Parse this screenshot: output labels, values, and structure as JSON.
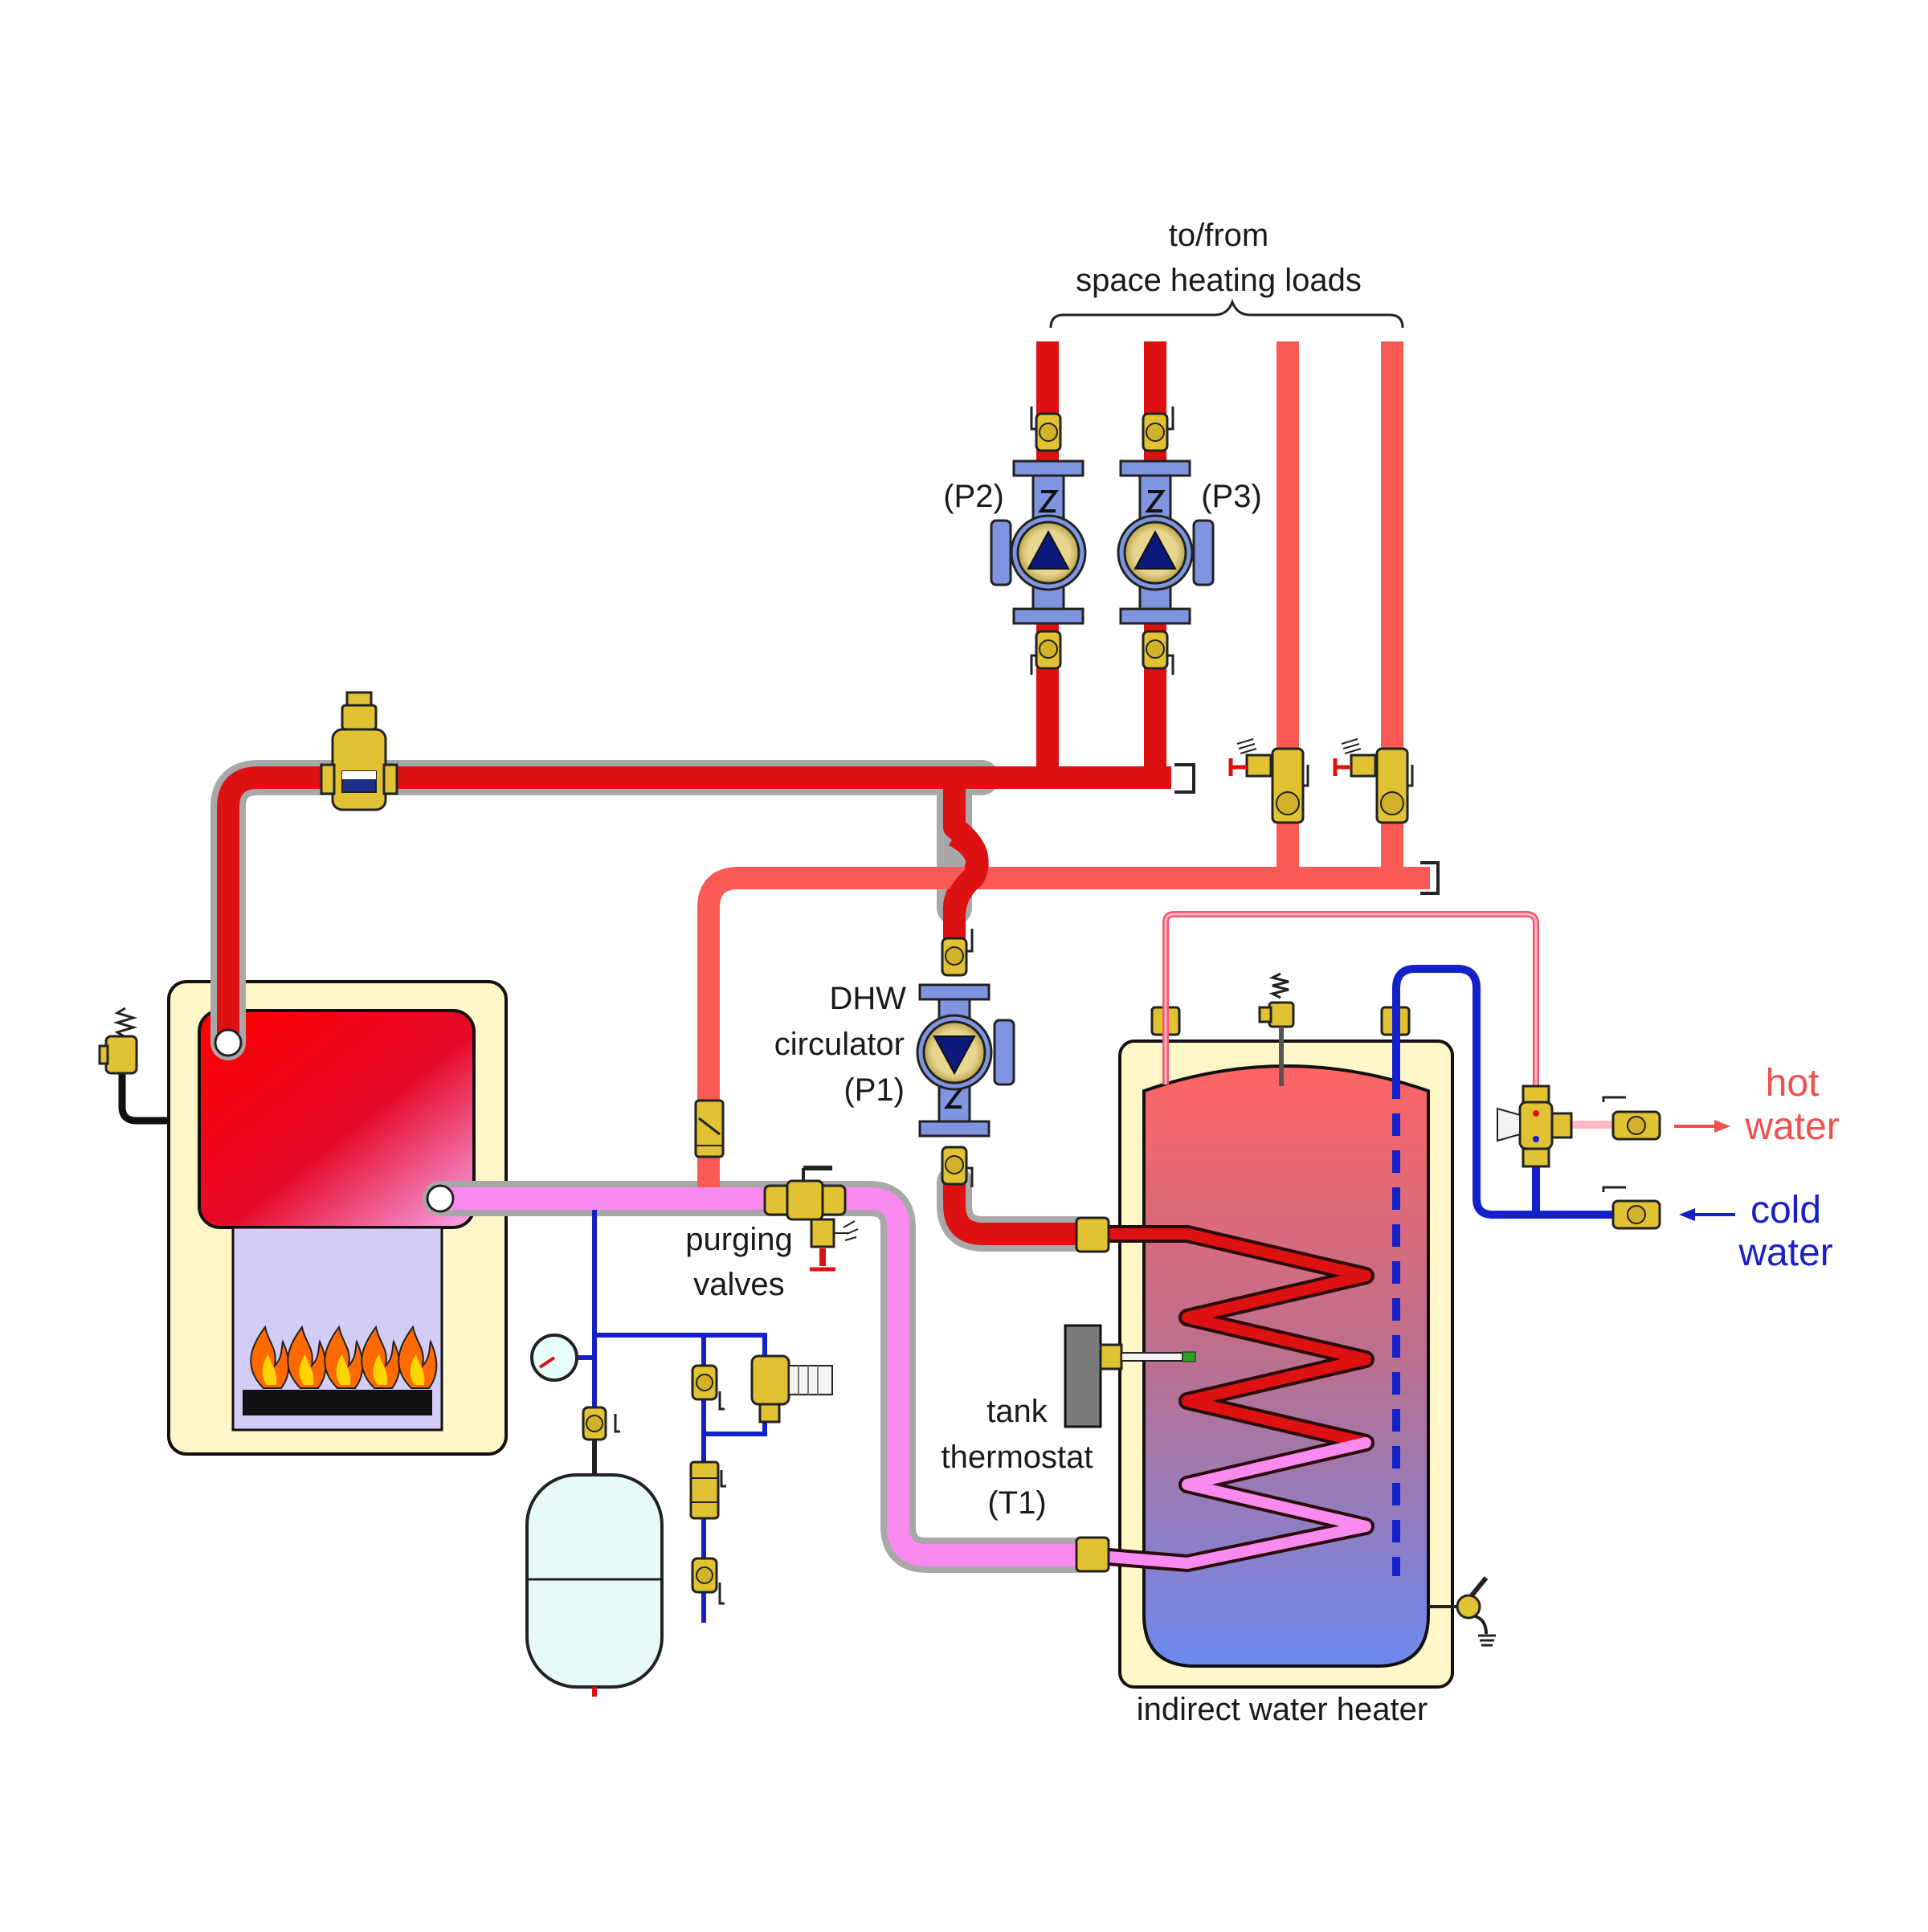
{
  "labels": {
    "loads_line1": "to/from",
    "loads_line2": "space heating loads",
    "p2": "(P2)",
    "p3": "(P3)",
    "dhw_line1": "DHW",
    "dhw_line2": "circulator",
    "dhw_line3": "(P1)",
    "purging_line1": "purging",
    "purging_line2": "valves",
    "thermostat_line1": "tank",
    "thermostat_line2": "thermostat",
    "thermostat_line3": "(T1)",
    "heater": "indirect water heater",
    "hot_line1": "hot",
    "hot_line2": "water",
    "cold_line1": "cold",
    "cold_line2": "water"
  },
  "colors": {
    "supply": "#dd1111",
    "return": "#fa5a55",
    "boiler_return": "#f98af0",
    "cold": "#1420c8",
    "brass": "#e1c233",
    "pump": "#7f95e0",
    "cabinet": "#fff7c8",
    "hot_label": "#f05050",
    "cold_label": "#1a20c8"
  }
}
